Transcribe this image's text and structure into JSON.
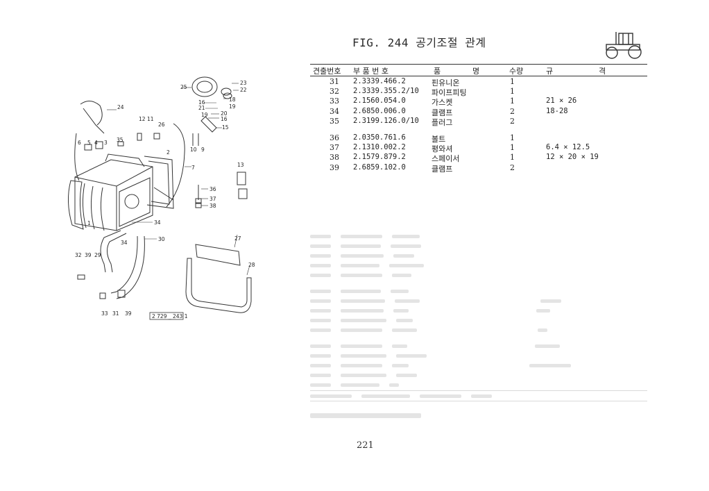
{
  "figure": {
    "title": "FIG. 244 공기조절 관계",
    "reference": "2 729 _ 243 1"
  },
  "table": {
    "headers": {
      "no": "견출번호",
      "part": "부 품 번 호",
      "name_a": "품",
      "name_b": "명",
      "qty": "수량",
      "spec_a": "규",
      "spec_b": "격"
    },
    "rows": [
      {
        "no": "31",
        "part": "2.3339.466.2",
        "name": "핀유니온",
        "qty": "1",
        "spec": ""
      },
      {
        "no": "32",
        "part": "2.3339.355.2/10",
        "name": "파이프피팅",
        "qty": "1",
        "spec": ""
      },
      {
        "no": "33",
        "part": "2.1560.054.0",
        "name": "가스켓",
        "qty": "1",
        "spec": "21 × 26"
      },
      {
        "no": "34",
        "part": "2.6850.006.0",
        "name": "클램프",
        "qty": "2",
        "spec": "18-28"
      },
      {
        "no": "35",
        "part": "2.3199.126.0/10",
        "name": "플러그",
        "qty": "2",
        "spec": ""
      },
      {
        "no": "36",
        "part": "2.0350.761.6",
        "name": "볼트",
        "qty": "1",
        "spec": ""
      },
      {
        "no": "37",
        "part": "2.1310.002.2",
        "name": "평와셔",
        "qty": "1",
        "spec": "6.4 × 12.5"
      },
      {
        "no": "38",
        "part": "2.1579.879.2",
        "name": "스페이서",
        "qty": "1",
        "spec": "12 × 20 × 19"
      },
      {
        "no": "39",
        "part": "2.6859.102.0",
        "name": "클램프",
        "qty": "2",
        "spec": ""
      }
    ]
  },
  "diagram_labels": {
    "l1": "1",
    "l2": "2",
    "l3": "3",
    "l4": "4",
    "l5": "5",
    "l6": "6",
    "l7": "7",
    "l9": "9",
    "l10": "10",
    "l11": "11",
    "l12": "12",
    "l13": "13",
    "l15": "15",
    "l16a": "16",
    "l16b": "16",
    "l18": "18",
    "l19a": "19",
    "l19b": "19",
    "l20": "20",
    "l21": "21",
    "l22": "22",
    "l23": "23",
    "l24": "24",
    "l25": "25",
    "l26": "26",
    "l27": "27",
    "l28": "28",
    "l29": "29",
    "l30": "30",
    "l31": "31",
    "l32": "32",
    "l33": "33",
    "l34a": "34",
    "l34b": "34",
    "l35": "35",
    "l36": "36",
    "l37": "37",
    "l38": "38",
    "l39a": "39",
    "l39b": "39"
  },
  "page": {
    "number": "221"
  },
  "colors": {
    "ink": "#222222",
    "paper": "#ffffff",
    "ghost": "#8a8a8a"
  }
}
